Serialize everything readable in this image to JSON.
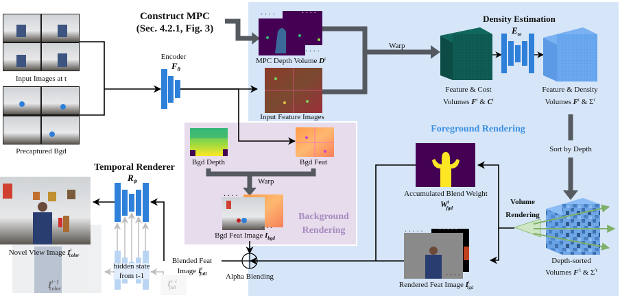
{
  "figure": {
    "construct_mpc": {
      "line1": "Construct MPC",
      "line2": "(Sec. 4.2.1, Fig. 3)"
    },
    "inputs": {
      "input_images_label": "Input Images at t",
      "precaptured_label": "Precaptured Bgd"
    },
    "encoder": {
      "label": "Encoder",
      "symbol": "F",
      "subscript": "θ"
    },
    "mpc_depth": {
      "label": "MPC Depth Volume ",
      "symbol": "D",
      "superscript": "t"
    },
    "input_feature_images": {
      "label": "Input Feature Images"
    },
    "warp_label_top": "Warp",
    "density_estimation": {
      "title": "Density Estimation",
      "symbol": "E",
      "subscript": "ω"
    },
    "feature_cost": {
      "line1": "Feature & Cost",
      "line2_prefix": "Volumes ",
      "sym1": "F",
      "sup1": "t",
      "amp": " & ",
      "sym2": "C",
      "sup2": "t"
    },
    "feature_density": {
      "line1": "Feature & Density",
      "line2_prefix": "Volumes ",
      "sym1": "F",
      "sup1": "t",
      "amp": " & ",
      "sym2": "Σ",
      "sup2": "t"
    },
    "foreground_rendering": "Foreground Rendering",
    "sort_by_depth": "Sort by Depth",
    "volume_rendering": {
      "line1": "Volume",
      "line2": "Rendering"
    },
    "depth_sorted": {
      "line1": "Depth-sorted",
      "line2_prefix": "Volumes ",
      "sym1": "F",
      "sup1": "′t",
      "amp": " & ",
      "sym2": "Σ",
      "sup2": "′t"
    },
    "accumulated_blend": {
      "label": "Accumulated Blend Weight",
      "symbol": "W",
      "superscript": "t",
      "subscript": "fgd"
    },
    "rendered_feat": {
      "label": "Rendered Feat Image ",
      "symbol": "I",
      "superscript": "t",
      "subscript": "fgd"
    },
    "background": {
      "bgd_depth": "Bgd Depth",
      "bgd_feat": "Bgd Feat",
      "warp": "Warp",
      "bgd_feat_image": "Bgd Feat Image ",
      "bgd_feat_symbol": "I",
      "bgd_feat_subscript": "bgd",
      "section_line1": "Background",
      "section_line2": "Rendering"
    },
    "alpha_blending": "Alpha Blending",
    "blended_feat": {
      "line1": "Blended Feat",
      "line2_prefix": "Image ",
      "symbol": "I",
      "superscript": "t",
      "subscript": "full"
    },
    "temporal_renderer": {
      "title": "Temporal Renderer",
      "symbol": "R",
      "subscript": "ψ"
    },
    "hidden_state": {
      "line1": "hidden state",
      "line2": "from t-1"
    },
    "prev_full": {
      "symbol": "I",
      "superscript": "t−1",
      "subscript": "full"
    },
    "novel_view": {
      "label": "Novel View Image ",
      "symbol": "I",
      "superscript": "t",
      "subscript": "color"
    },
    "prev_color": {
      "symbol": "I",
      "superscript": "t−1",
      "subscript": "color"
    },
    "colors": {
      "foreground_panel": "#d6e6f8",
      "background_panel": "#e6dcec",
      "network_blue": "#2f80d8",
      "faded_blue": "#b9d5f3",
      "arrow_gray": "#5a5f66",
      "teal_cube": "#0f5e55",
      "light_blue_cube": "#6aa8f0",
      "green_ray": "#7fb06a",
      "depth_purple": "#440154",
      "mask_yellow": "#fde725"
    }
  }
}
